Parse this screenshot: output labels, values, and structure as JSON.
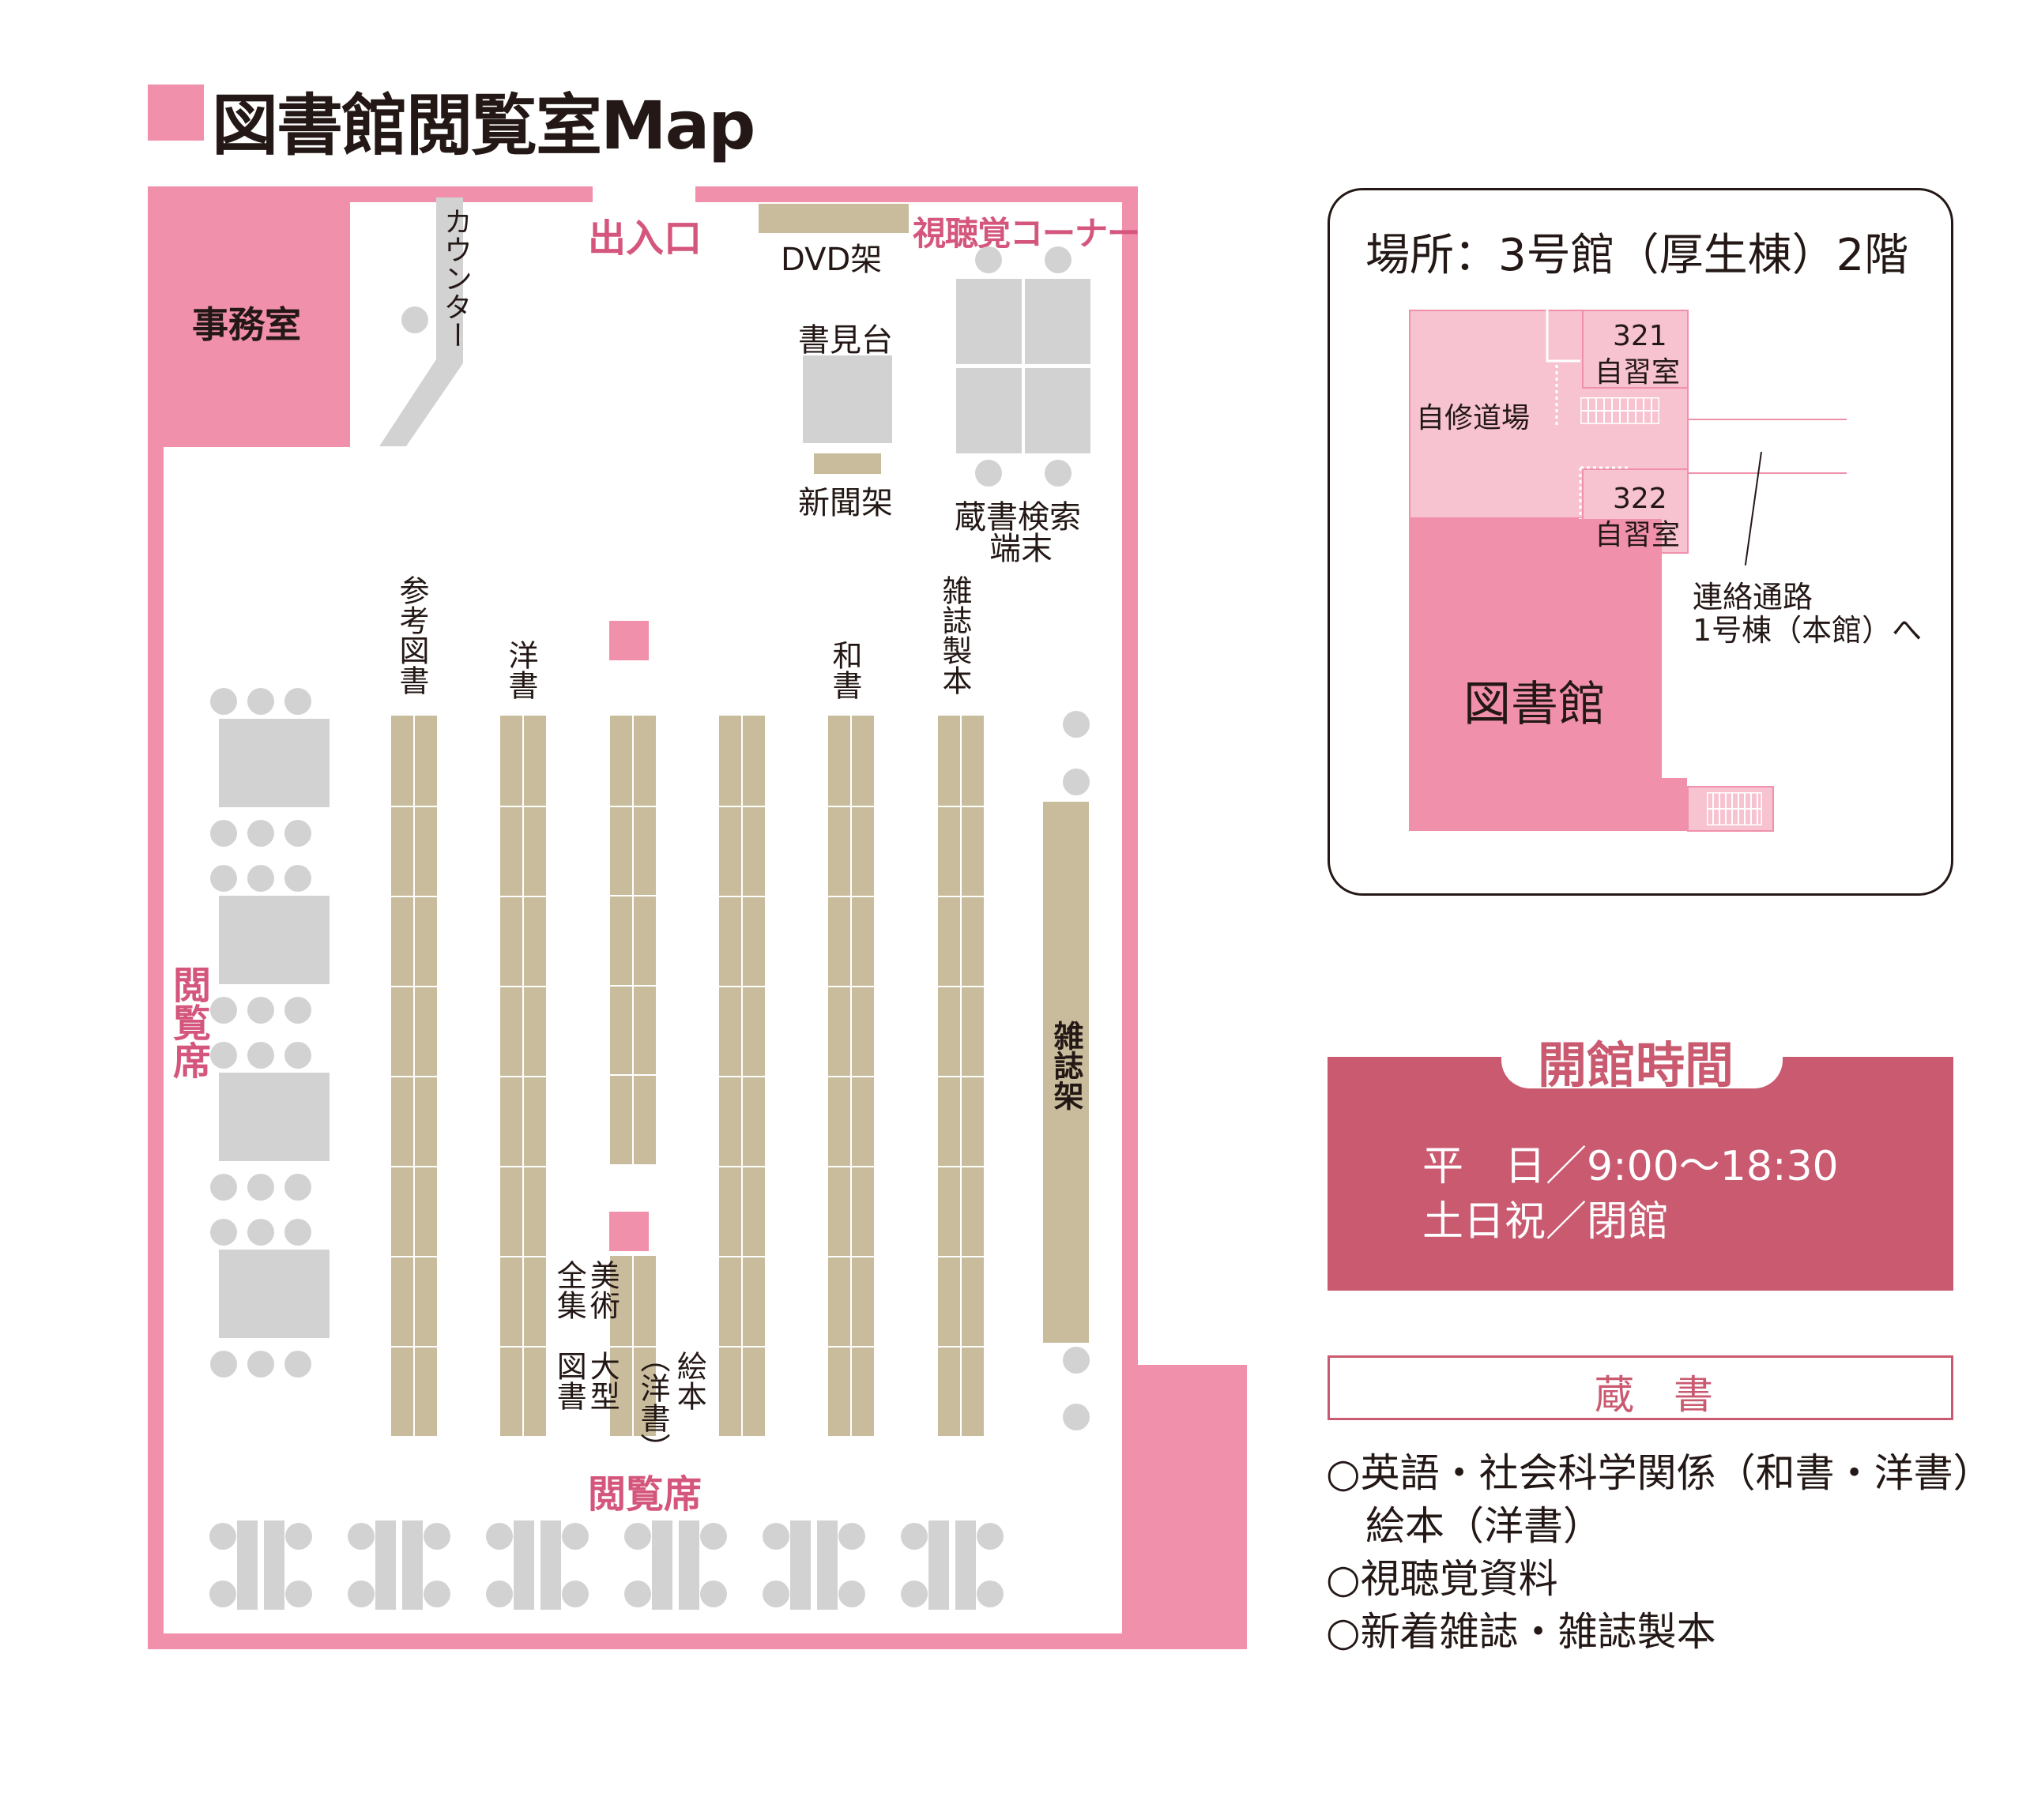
{
  "title": "図書館閲覧室Map",
  "floor_plan": {
    "office": "事務室",
    "counter": "カウンター",
    "entrance": "出入口",
    "dvd_shelf": "DVD架",
    "av_corner": "視聴覚コーナー",
    "book_stand": "書見台",
    "newspaper_rack": "新聞架",
    "opac_terminal_line1": "蔵書検索",
    "opac_terminal_line2": "端末",
    "reading_seats_left": "閲覧席",
    "reading_seats_bottom": "閲覧席",
    "stack_labels": {
      "reference": "参考図書",
      "western": "洋書",
      "japanese": "和書",
      "magazine_bound": "雑誌製本",
      "magazine_rack": "雑誌架",
      "complete_works": "全集",
      "art": "美術",
      "oversize": "大型",
      "books": "図書",
      "picture_books": "絵本",
      "picture_books_western": "（洋書）"
    }
  },
  "location_panel": {
    "heading": "場所：3号館（厚生棟）2階",
    "study_hall": "自修道場",
    "room_321_number": "321",
    "room_321_name": "自習室",
    "room_322_number": "322",
    "room_322_name": "自習室",
    "library": "図書館",
    "passage_line1": "連絡通路",
    "passage_line2": "1号棟（本館）へ"
  },
  "hours": {
    "heading": "開館時間",
    "weekday": "平　日／9:00～18:30",
    "weekend": "土日祝／閉館"
  },
  "collection": {
    "heading": "蔵　書",
    "items": [
      "○英語・社会科学関係（和書・洋書）",
      "　絵本（洋書）",
      "○視聴覚資料",
      "○新着雑誌・雑誌製本"
    ]
  },
  "colors": {
    "wall_pink": "#f190ab",
    "shelf": "#c9bc9c",
    "furniture_grey": "#d3d2d2",
    "accent_text": "#d4567c",
    "hours_band": "#c95a70",
    "inset_light_pink": "#f7c3d1"
  }
}
